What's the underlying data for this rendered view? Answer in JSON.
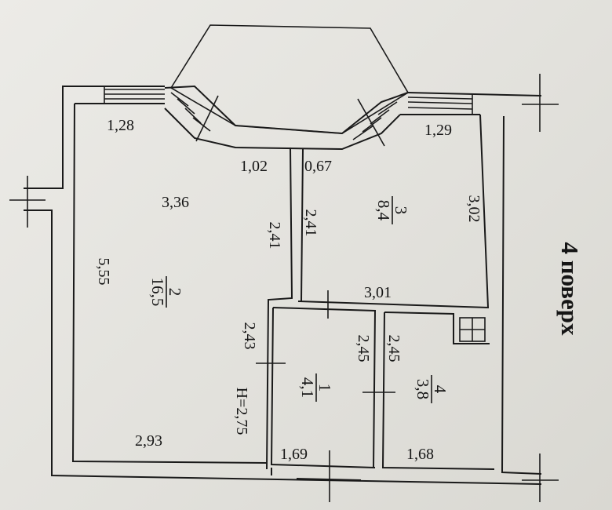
{
  "floor_label": "4 поверх",
  "ceiling_height": "H=2,75",
  "rooms": [
    {
      "number": "1",
      "area": "4,1"
    },
    {
      "number": "2",
      "area": "16,5"
    },
    {
      "number": "3",
      "area": "8,4"
    },
    {
      "number": "4",
      "area": "3,8"
    }
  ],
  "dimensions": {
    "d_1_28": "1,28",
    "d_1_29": "1,29",
    "d_1_02": "1,02",
    "d_0_67": "0,67",
    "d_3_36": "3,36",
    "d_2_41_left": "2,41",
    "d_2_41_right": "2,41",
    "d_3_02": "3,02",
    "d_5_55": "5,55",
    "d_3_01": "3,01",
    "d_2_43": "2,43",
    "d_2_45_a": "2,45",
    "d_2_45_b": "2,45",
    "d_2_93": "2,93",
    "d_1_69": "1,69",
    "d_1_68": "1,68"
  }
}
